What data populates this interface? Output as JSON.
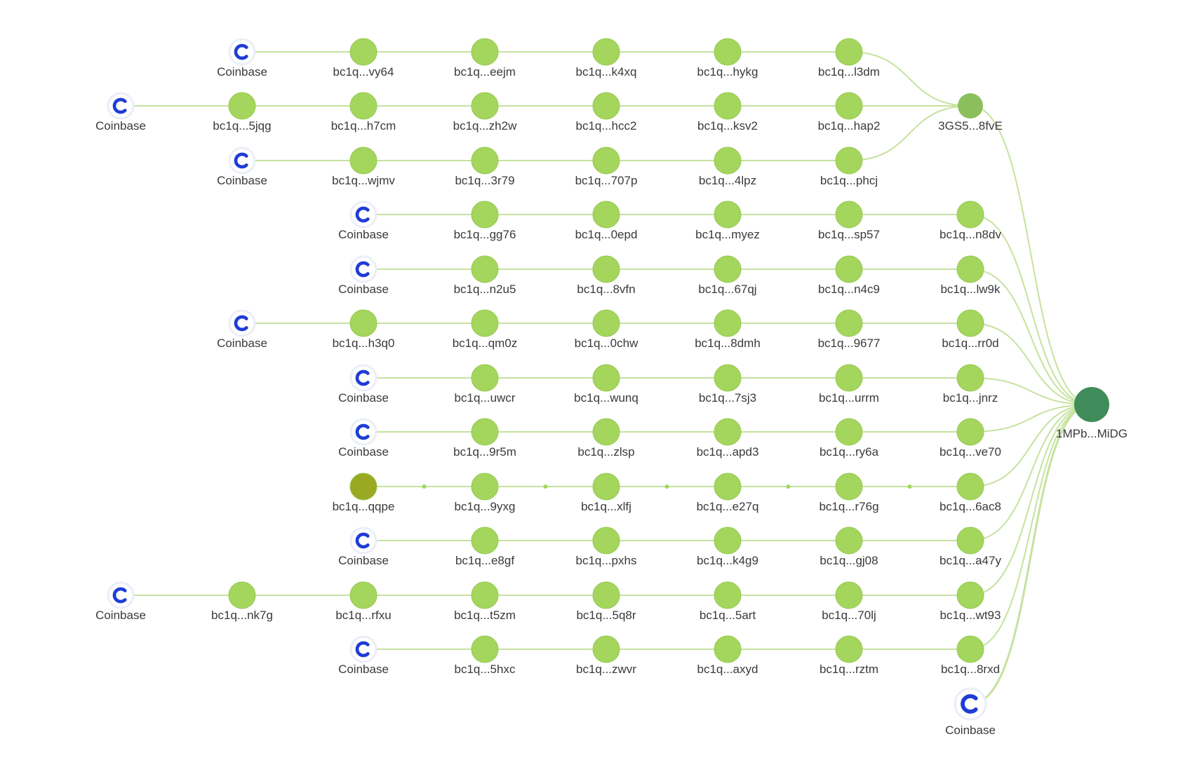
{
  "colors": {
    "edge": "#c6e29f",
    "address_node": "#a4d65e",
    "address_node_stroke": "#95c84f",
    "hub_node": "#8bbf5b",
    "root_node": "#3f8c5a",
    "olive_node": "#9aa822",
    "exchange_icon": "#1e3cd6",
    "exchange_ring": "#e9eef8",
    "label_text": "#3a3a3a"
  },
  "icons": {
    "exchange": "coinbase-c-icon"
  },
  "labels": {
    "coinbase": "Coinbase",
    "hub": "3GS5...8fvE",
    "root": "1MPb...MiDG"
  },
  "rows": [
    {
      "chain": [
        {
          "t": "x",
          "label": "Coinbase"
        },
        {
          "t": "a",
          "label": "bc1q...vy64"
        },
        {
          "t": "a",
          "label": "bc1q...eejm"
        },
        {
          "t": "a",
          "label": "bc1q...k4xq"
        },
        {
          "t": "a",
          "label": "bc1q...hykg"
        },
        {
          "t": "a",
          "label": "bc1q...l3dm"
        }
      ],
      "to": "hub"
    },
    {
      "chain": [
        {
          "t": "x",
          "label": "Coinbase"
        },
        {
          "t": "a",
          "label": "bc1q...5jqg"
        },
        {
          "t": "a",
          "label": "bc1q...h7cm"
        },
        {
          "t": "a",
          "label": "bc1q...zh2w"
        },
        {
          "t": "a",
          "label": "bc1q...hcc2"
        },
        {
          "t": "a",
          "label": "bc1q...ksv2"
        },
        {
          "t": "a",
          "label": "bc1q...hap2"
        }
      ],
      "to": "hub"
    },
    {
      "chain": [
        {
          "t": "x",
          "label": "Coinbase"
        },
        {
          "t": "a",
          "label": "bc1q...wjmv"
        },
        {
          "t": "a",
          "label": "bc1q...3r79"
        },
        {
          "t": "a",
          "label": "bc1q...707p"
        },
        {
          "t": "a",
          "label": "bc1q...4lpz"
        },
        {
          "t": "a",
          "label": "bc1q...phcj"
        }
      ],
      "to": "hub"
    },
    {
      "chain": [
        {
          "t": "x",
          "label": "Coinbase"
        },
        {
          "t": "a",
          "label": "bc1q...gg76"
        },
        {
          "t": "a",
          "label": "bc1q...0epd"
        },
        {
          "t": "a",
          "label": "bc1q...myez"
        },
        {
          "t": "a",
          "label": "bc1q...sp57"
        },
        {
          "t": "a",
          "label": "bc1q...n8dv"
        }
      ],
      "to": "root"
    },
    {
      "chain": [
        {
          "t": "x",
          "label": "Coinbase"
        },
        {
          "t": "a",
          "label": "bc1q...n2u5"
        },
        {
          "t": "a",
          "label": "bc1q...8vfn"
        },
        {
          "t": "a",
          "label": "bc1q...67qj"
        },
        {
          "t": "a",
          "label": "bc1q...n4c9"
        },
        {
          "t": "a",
          "label": "bc1q...lw9k"
        }
      ],
      "to": "root"
    },
    {
      "chain": [
        {
          "t": "x",
          "label": "Coinbase"
        },
        {
          "t": "a",
          "label": "bc1q...h3q0"
        },
        {
          "t": "a",
          "label": "bc1q...qm0z"
        },
        {
          "t": "a",
          "label": "bc1q...0chw"
        },
        {
          "t": "a",
          "label": "bc1q...8dmh"
        },
        {
          "t": "a",
          "label": "bc1q...9677"
        },
        {
          "t": "a",
          "label": "bc1q...rr0d"
        }
      ],
      "to": "root"
    },
    {
      "chain": [
        {
          "t": "x",
          "label": "Coinbase"
        },
        {
          "t": "a",
          "label": "bc1q...uwcr"
        },
        {
          "t": "a",
          "label": "bc1q...wunq"
        },
        {
          "t": "a",
          "label": "bc1q...7sj3"
        },
        {
          "t": "a",
          "label": "bc1q...urrm"
        },
        {
          "t": "a",
          "label": "bc1q...jnrz"
        }
      ],
      "to": "root"
    },
    {
      "chain": [
        {
          "t": "x",
          "label": "Coinbase"
        },
        {
          "t": "a",
          "label": "bc1q...9r5m"
        },
        {
          "t": "a",
          "label": "bc1q...zlsp"
        },
        {
          "t": "a",
          "label": "bc1q...apd3"
        },
        {
          "t": "a",
          "label": "bc1q...ry6a"
        },
        {
          "t": "a",
          "label": "bc1q...ve70"
        }
      ],
      "to": "root"
    },
    {
      "chain": [
        {
          "t": "o",
          "label": "bc1q...qqpe"
        },
        {
          "t": "a",
          "label": "bc1q...9yxg"
        },
        {
          "t": "a",
          "label": "bc1q...xlfj"
        },
        {
          "t": "a",
          "label": "bc1q...e27q"
        },
        {
          "t": "a",
          "label": "bc1q...r76g"
        },
        {
          "t": "a",
          "label": "bc1q...6ac8"
        }
      ],
      "to": "root"
    },
    {
      "chain": [
        {
          "t": "x",
          "label": "Coinbase"
        },
        {
          "t": "a",
          "label": "bc1q...e8gf"
        },
        {
          "t": "a",
          "label": "bc1q...pxhs"
        },
        {
          "t": "a",
          "label": "bc1q...k4g9"
        },
        {
          "t": "a",
          "label": "bc1q...gj08"
        },
        {
          "t": "a",
          "label": "bc1q...a47y"
        }
      ],
      "to": "root"
    },
    {
      "chain": [
        {
          "t": "x",
          "label": "Coinbase"
        },
        {
          "t": "a",
          "label": "bc1q...nk7g"
        },
        {
          "t": "a",
          "label": "bc1q...rfxu"
        },
        {
          "t": "a",
          "label": "bc1q...t5zm"
        },
        {
          "t": "a",
          "label": "bc1q...5q8r"
        },
        {
          "t": "a",
          "label": "bc1q...5art"
        },
        {
          "t": "a",
          "label": "bc1q...70lj"
        },
        {
          "t": "a",
          "label": "bc1q...wt93"
        }
      ],
      "to": "root"
    },
    {
      "chain": [
        {
          "t": "x",
          "label": "Coinbase"
        },
        {
          "t": "a",
          "label": "bc1q...5hxc"
        },
        {
          "t": "a",
          "label": "bc1q...zwvr"
        },
        {
          "t": "a",
          "label": "bc1q...axyd"
        },
        {
          "t": "a",
          "label": "bc1q...rztm"
        },
        {
          "t": "a",
          "label": "bc1q...8rxd"
        }
      ],
      "to": "root"
    },
    {
      "chain": [
        {
          "t": "x",
          "label": "Coinbase"
        }
      ],
      "to": "root"
    }
  ]
}
